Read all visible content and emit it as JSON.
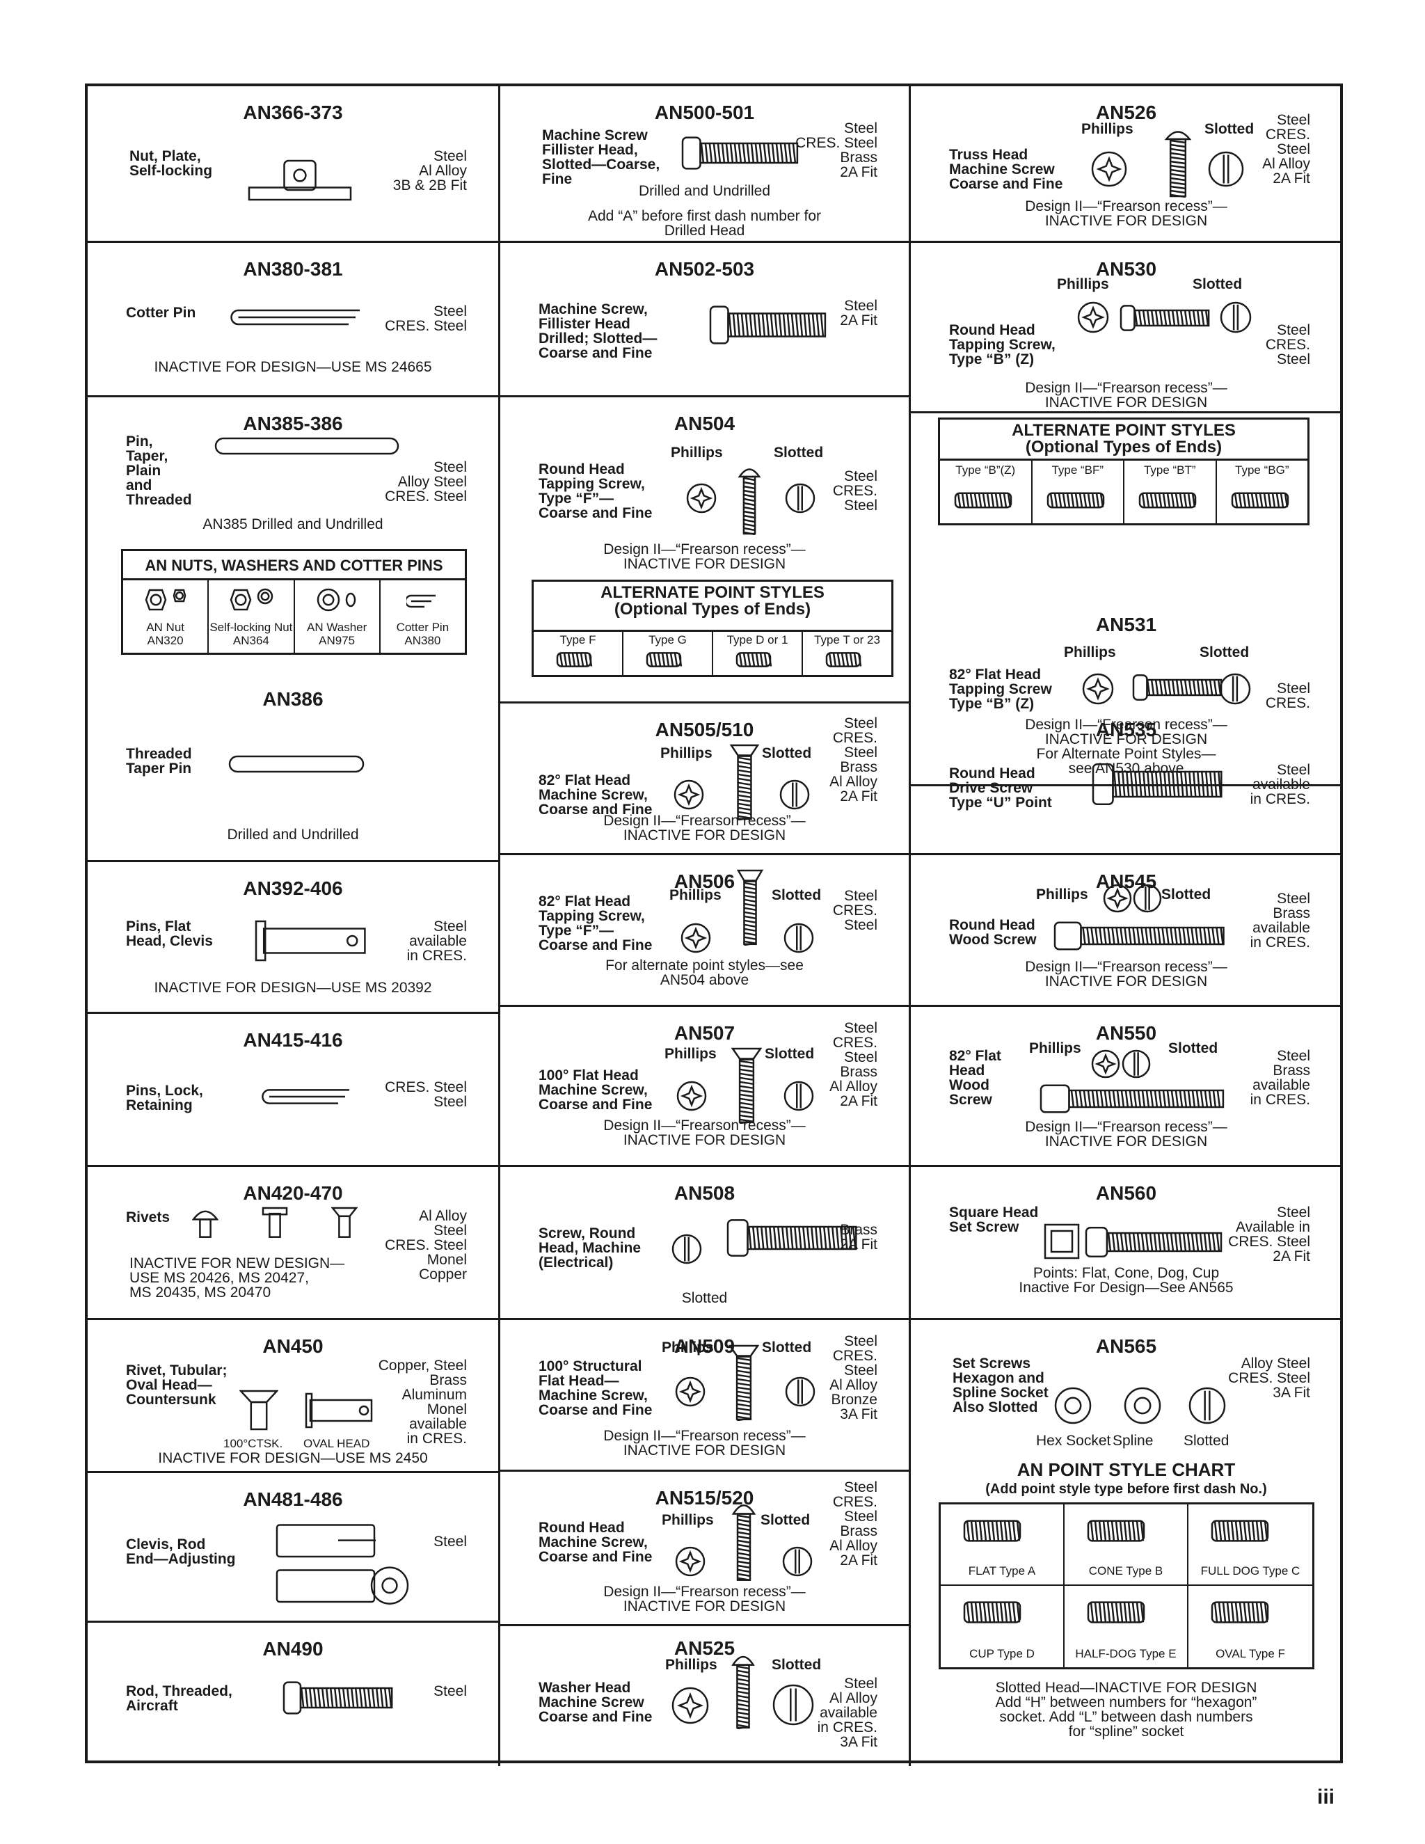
{
  "page_number": "iii",
  "cells": {
    "an366": {
      "code": "AN366-373",
      "desc": [
        "Nut, Plate,",
        "Self-locking"
      ],
      "mat": [
        "Steel",
        "Al Alloy",
        "3B & 2B Fit"
      ]
    },
    "an380": {
      "code": "AN380-381",
      "desc": [
        "Cotter Pin"
      ],
      "mat": [
        "Steel",
        "CRES. Steel"
      ],
      "note": "INACTIVE FOR DESIGN—USE MS 24665"
    },
    "an385": {
      "code": "AN385-386",
      "desc": [
        "Pin,",
        "Taper,",
        "Plain",
        "and",
        "Threaded"
      ],
      "mat": [
        "Steel",
        "Alloy Steel",
        "CRES. Steel"
      ],
      "note": "AN385 Drilled and Undrilled",
      "box": {
        "title": "AN NUTS, WASHERS AND COTTER PINS",
        "items": [
          [
            "AN Nut",
            "AN320"
          ],
          [
            "Self-locking Nut",
            "AN364"
          ],
          [
            "AN Washer",
            "AN975"
          ],
          [
            "Cotter Pin",
            "AN380"
          ]
        ]
      }
    },
    "an386": {
      "code": "AN386",
      "desc": [
        "Threaded",
        "Taper Pin"
      ],
      "note": "Drilled and Undrilled"
    },
    "an392": {
      "code": "AN392-406",
      "desc": [
        "Pins, Flat",
        "Head, Clevis"
      ],
      "mat": [
        "Steel",
        "available",
        "in CRES."
      ],
      "note": "INACTIVE FOR DESIGN—USE MS 20392"
    },
    "an415": {
      "code": "AN415-416",
      "desc": [
        "Pins, Lock,",
        "Retaining"
      ],
      "mat": [
        "CRES. Steel",
        "Steel"
      ]
    },
    "an420": {
      "code": "AN420-470",
      "desc": [
        "Rivets"
      ],
      "mat": [
        "Al Alloy",
        "Steel",
        "CRES. Steel",
        "Monel",
        "Copper"
      ],
      "note": [
        "INACTIVE FOR NEW DESIGN—",
        "USE MS 20426, MS 20427,",
        "MS 20435, MS 20470"
      ]
    },
    "an450": {
      "code": "AN450",
      "desc": [
        "Rivet, Tubular;",
        "Oval Head—",
        "Countersunk"
      ],
      "mat": [
        "Copper, Steel",
        "Brass",
        "Aluminum",
        "Monel",
        "available",
        "in CRES."
      ],
      "fig_labels": [
        "100°CTSK.",
        "OVAL HEAD"
      ],
      "note": "INACTIVE FOR DESIGN—USE MS 2450"
    },
    "an481": {
      "code": "AN481-486",
      "desc": [
        "Clevis, Rod",
        "End—Adjusting"
      ],
      "mat": [
        "Steel"
      ]
    },
    "an490": {
      "code": "AN490",
      "desc": [
        "Rod, Threaded,",
        "Aircraft"
      ],
      "mat": [
        "Steel"
      ]
    },
    "an500": {
      "code": "AN500-501",
      "desc": [
        "Machine Screw",
        "Fillister Head,",
        "Slotted—Coarse,",
        "Fine"
      ],
      "mat": [
        "Steel",
        "CRES. Steel",
        "Brass",
        "2A Fit"
      ],
      "note": "Drilled and Undrilled",
      "note2": [
        "Add “A” before first dash number for",
        "Drilled Head"
      ]
    },
    "an502": {
      "code": "AN502-503",
      "desc": [
        "Machine Screw,",
        "Fillister Head",
        "Drilled; Slotted—",
        "Coarse and Fine"
      ],
      "mat": [
        "Steel",
        "2A Fit"
      ]
    },
    "an504": {
      "code": "AN504",
      "phillips": "Phillips",
      "slotted": "Slotted",
      "desc": [
        "Round Head",
        "Tapping Screw,",
        "Type “F”—",
        "Coarse and Fine"
      ],
      "mat": [
        "Steel",
        "CRES.",
        "Steel"
      ],
      "note": [
        "Design II—“Frearson recess”—",
        "INACTIVE FOR DESIGN"
      ],
      "box": {
        "title": [
          "ALTERNATE POINT STYLES",
          "(Optional Types of Ends)"
        ],
        "items": [
          "Type F",
          "Type G",
          "Type D or 1",
          "Type T or 23"
        ]
      }
    },
    "an505": {
      "code": "AN505/510",
      "phillips": "Phillips",
      "slotted": "Slotted",
      "desc": [
        "82° Flat Head",
        "Machine Screw,",
        "Coarse and Fine"
      ],
      "mat": [
        "Steel",
        "CRES.",
        "Steel",
        "Brass",
        "Al Alloy",
        "2A Fit"
      ],
      "note": [
        "Design II—“Frearson recess”—",
        "INACTIVE FOR DESIGN"
      ]
    },
    "an506": {
      "code": "AN506",
      "phillips": "Phillips",
      "slotted": "Slotted",
      "desc": [
        "82° Flat Head",
        "Tapping Screw,",
        "Type “F”—",
        "Coarse and Fine"
      ],
      "mat": [
        "Steel",
        "CRES.",
        "Steel"
      ],
      "note": [
        "For alternate point styles—see",
        "AN504 above"
      ]
    },
    "an507": {
      "code": "AN507",
      "phillips": "Phillips",
      "slotted": "Slotted",
      "desc": [
        "100° Flat Head",
        "Machine Screw,",
        "Coarse and Fine"
      ],
      "mat": [
        "Steel",
        "CRES.",
        "Steel",
        "Brass",
        "Al Alloy",
        "2A Fit"
      ],
      "note": [
        "Design II—“Frearson recess”—",
        "INACTIVE FOR DESIGN"
      ]
    },
    "an508": {
      "code": "AN508",
      "desc": [
        "Screw, Round",
        "Head, Machine",
        "(Electrical)"
      ],
      "mat": [
        "Brass",
        "2A Fit"
      ],
      "note": "Slotted"
    },
    "an509": {
      "code": "AN509",
      "phillips": "Phillips",
      "slotted": "Slotted",
      "desc": [
        "100° Structural",
        "Flat Head—",
        "Machine Screw,",
        "Coarse and Fine"
      ],
      "mat": [
        "Steel",
        "CRES.",
        "Steel",
        "Al Alloy",
        "Bronze",
        "3A Fit"
      ],
      "note": [
        "Design II—“Frearson recess”—",
        "INACTIVE FOR DESIGN"
      ]
    },
    "an515": {
      "code": "AN515/520",
      "phillips": "Phillips",
      "slotted": "Slotted",
      "desc": [
        "Round Head",
        "Machine Screw,",
        "Coarse and Fine"
      ],
      "mat": [
        "Steel",
        "CRES.",
        "Steel",
        "Brass",
        "Al Alloy",
        "2A Fit"
      ],
      "note": [
        "Design II—“Frearson recess”—",
        "INACTIVE FOR DESIGN"
      ]
    },
    "an525": {
      "code": "AN525",
      "phillips": "Phillips",
      "slotted": "Slotted",
      "desc": [
        "Washer Head",
        "Machine Screw",
        "Coarse and Fine"
      ],
      "mat": [
        "Steel",
        "Al Alloy",
        "available",
        "in CRES.",
        "3A Fit"
      ]
    },
    "an526": {
      "code": "AN526",
      "phillips": "Phillips",
      "slotted": "Slotted",
      "desc": [
        "Truss Head",
        "Machine Screw",
        "Coarse and Fine"
      ],
      "mat": [
        "Steel",
        "CRES.",
        "Steel",
        "Al Alloy",
        "2A Fit"
      ],
      "note": [
        "Design II—“Frearson recess”—",
        "INACTIVE FOR DESIGN"
      ]
    },
    "an530": {
      "code": "AN530",
      "phillips": "Phillips",
      "slotted": "Slotted",
      "desc": [
        "Round Head",
        "Tapping Screw,",
        "Type “B” (Z)"
      ],
      "mat": [
        "Steel",
        "CRES.",
        "Steel"
      ],
      "note": [
        "Design II—“Frearson recess”—",
        "INACTIVE FOR DESIGN"
      ],
      "box": {
        "title": [
          "ALTERNATE POINT STYLES",
          "(Optional Types of Ends)"
        ],
        "items": [
          "Type “B”(Z)",
          "Type “BF”",
          "Type “BT”",
          "Type “BG”"
        ]
      }
    },
    "an531": {
      "code": "AN531",
      "phillips": "Phillips",
      "slotted": "Slotted",
      "desc": [
        "82° Flat Head",
        "Tapping Screw",
        "Type “B” (Z)"
      ],
      "mat": [
        "Steel",
        "CRES."
      ],
      "note": [
        "Design II—“Frearson recess”—",
        "INACTIVE FOR DESIGN",
        "For Alternate Point Styles—",
        "see AN530 above"
      ]
    },
    "an535": {
      "code": "AN535",
      "desc": [
        "Round Head",
        "Drive Screw",
        "Type “U” Point"
      ],
      "mat": [
        "Steel",
        "available",
        "in CRES."
      ]
    },
    "an545": {
      "code": "AN545",
      "phillips": "Phillips",
      "slotted": "Slotted",
      "desc": [
        "Round Head",
        "Wood Screw"
      ],
      "mat": [
        "Steel",
        "Brass",
        "available",
        "in CRES."
      ],
      "note": [
        "Design II—“Frearson recess”—",
        "INACTIVE FOR DESIGN"
      ]
    },
    "an550": {
      "code": "AN550",
      "phillips": "Phillips",
      "slotted": "Slotted",
      "desc": [
        "82° Flat",
        "Head",
        "Wood",
        "Screw"
      ],
      "mat": [
        "Steel",
        "Brass",
        "available",
        "in CRES."
      ],
      "note": [
        "Design II—“Frearson recess”—",
        "INACTIVE FOR DESIGN"
      ]
    },
    "an560": {
      "code": "AN560",
      "desc": [
        "Square Head",
        "Set Screw"
      ],
      "mat": [
        "Steel",
        "Available in",
        "CRES. Steel",
        "2A Fit"
      ],
      "note": [
        "Points: Flat, Cone, Dog, Cup",
        "Inactive For Design—See AN565"
      ]
    },
    "an565": {
      "code": "AN565",
      "desc": [
        "Set Screws",
        "Hexagon and",
        "Spline Socket",
        "Also Slotted"
      ],
      "mat": [
        "Alloy Steel",
        "CRES. Steel",
        "3A Fit"
      ],
      "sockets": [
        "Hex Socket",
        "Spline",
        "Slotted"
      ],
      "chart_title": "AN POINT STYLE CHART",
      "chart_sub": "(Add point style type before first dash No.)",
      "points": [
        "FLAT Type A",
        "CONE Type B",
        "FULL DOG Type C",
        "CUP Type D",
        "HALF-DOG Type E",
        "OVAL Type F"
      ],
      "note": [
        "Slotted Head—INACTIVE FOR DESIGN",
        "Add “H” between numbers for “hexagon”",
        "socket. Add “L” between dash numbers",
        "for “spline” socket"
      ]
    }
  }
}
